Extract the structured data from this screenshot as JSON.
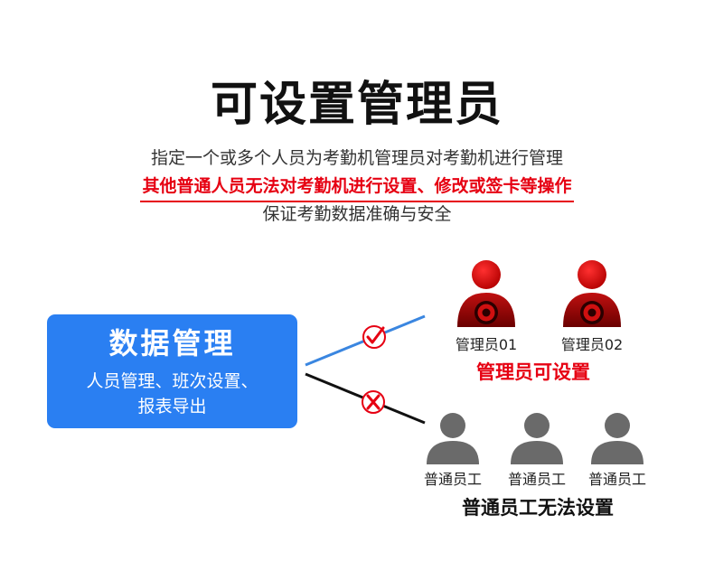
{
  "title": "可设置管理员",
  "lines": {
    "line1": "指定一个或多个人员为考勤机管理员对考勤机进行管理",
    "line2": "其他普通人员无法对考勤机进行设置、修改或签卡等操作",
    "line3": "保证考勤数据准确与安全"
  },
  "box": {
    "title": "数据管理",
    "sub1": "人员管理、班次设置、",
    "sub2": "报表导出"
  },
  "admins": {
    "admin1": "管理员01",
    "admin2": "管理员02",
    "caption": "管理员可设置"
  },
  "staff": {
    "staff1": "普通员工",
    "staff2": "普通员工",
    "staff3": "普通员工",
    "caption": "普通员工无法设置"
  },
  "colors": {
    "accent_red": "#e60012",
    "box_blue": "#2a7ff2",
    "line_blue": "#3a86e0",
    "admin_red": "#d01010",
    "staff_gray": "#6a6a6a"
  },
  "icons": {
    "check": "check-mark-icon",
    "cross": "cross-mark-icon",
    "admin": "admin-person-gear-icon",
    "staff": "person-icon"
  }
}
